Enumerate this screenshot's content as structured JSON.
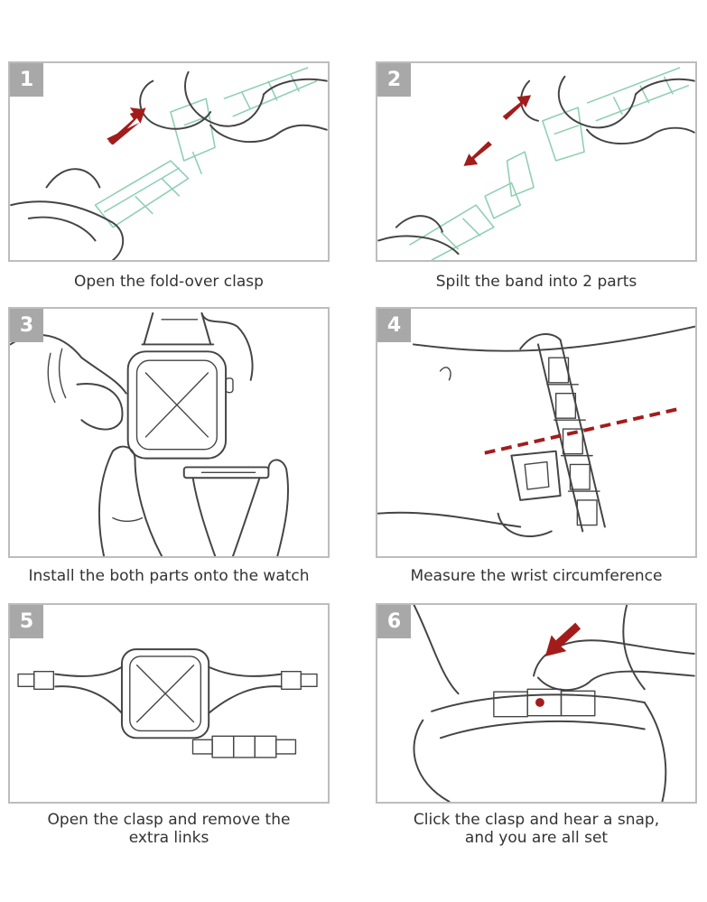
{
  "accent_color": "#a31c1c",
  "badge_color": "#a8a8a8",
  "steps": [
    {
      "number": "1",
      "caption": "Open the fold-over clasp"
    },
    {
      "number": "2",
      "caption": "Spilt the band into 2 parts"
    },
    {
      "number": "3",
      "caption": "Install the both parts onto the watch"
    },
    {
      "number": "4",
      "caption": "Measure the wrist circumference"
    },
    {
      "number": "5",
      "caption": "Open the clasp and remove the\nextra links"
    },
    {
      "number": "6",
      "caption": "Click the clasp and hear a snap,\nand you are all set"
    }
  ]
}
